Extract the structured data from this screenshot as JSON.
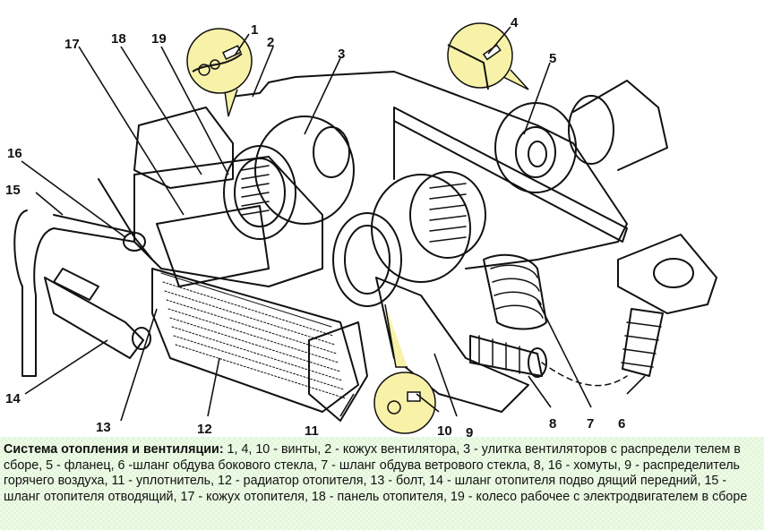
{
  "diagram": {
    "callouts": [
      "1",
      "2",
      "3",
      "4",
      "5",
      "6",
      "7",
      "8",
      "9",
      "10",
      "11",
      "12",
      "13",
      "14",
      "15",
      "16",
      "17",
      "18",
      "19"
    ],
    "colors": {
      "line": "#111111",
      "callout_fill": "#f7f2a8",
      "caption_bg": "#eefbe8"
    }
  },
  "caption": {
    "title": "Система отопления и вентиляции:",
    "text": " 1, 4, 10 - винты, 2 - кожух вентилятора, 3 - улитка вентиляторов с распредели телем в сборе, 5 - фланец, 6 -шланг обдува бокового стекла, 7 - шланг обдува ветрового стекла, 8, 16 - хомуты, 9 - распределитель горячего воздуха, 11 - уплотнитель, 12 - радиатор отопителя, 13 - болт, 14 - шланг отопителя подво дящий передний, 15 - шланг отопителя отводящий, 17 - кожух отопителя, 18 - панель отопителя, 19 - колесо рабочее с электродвигателем в сборе"
  }
}
